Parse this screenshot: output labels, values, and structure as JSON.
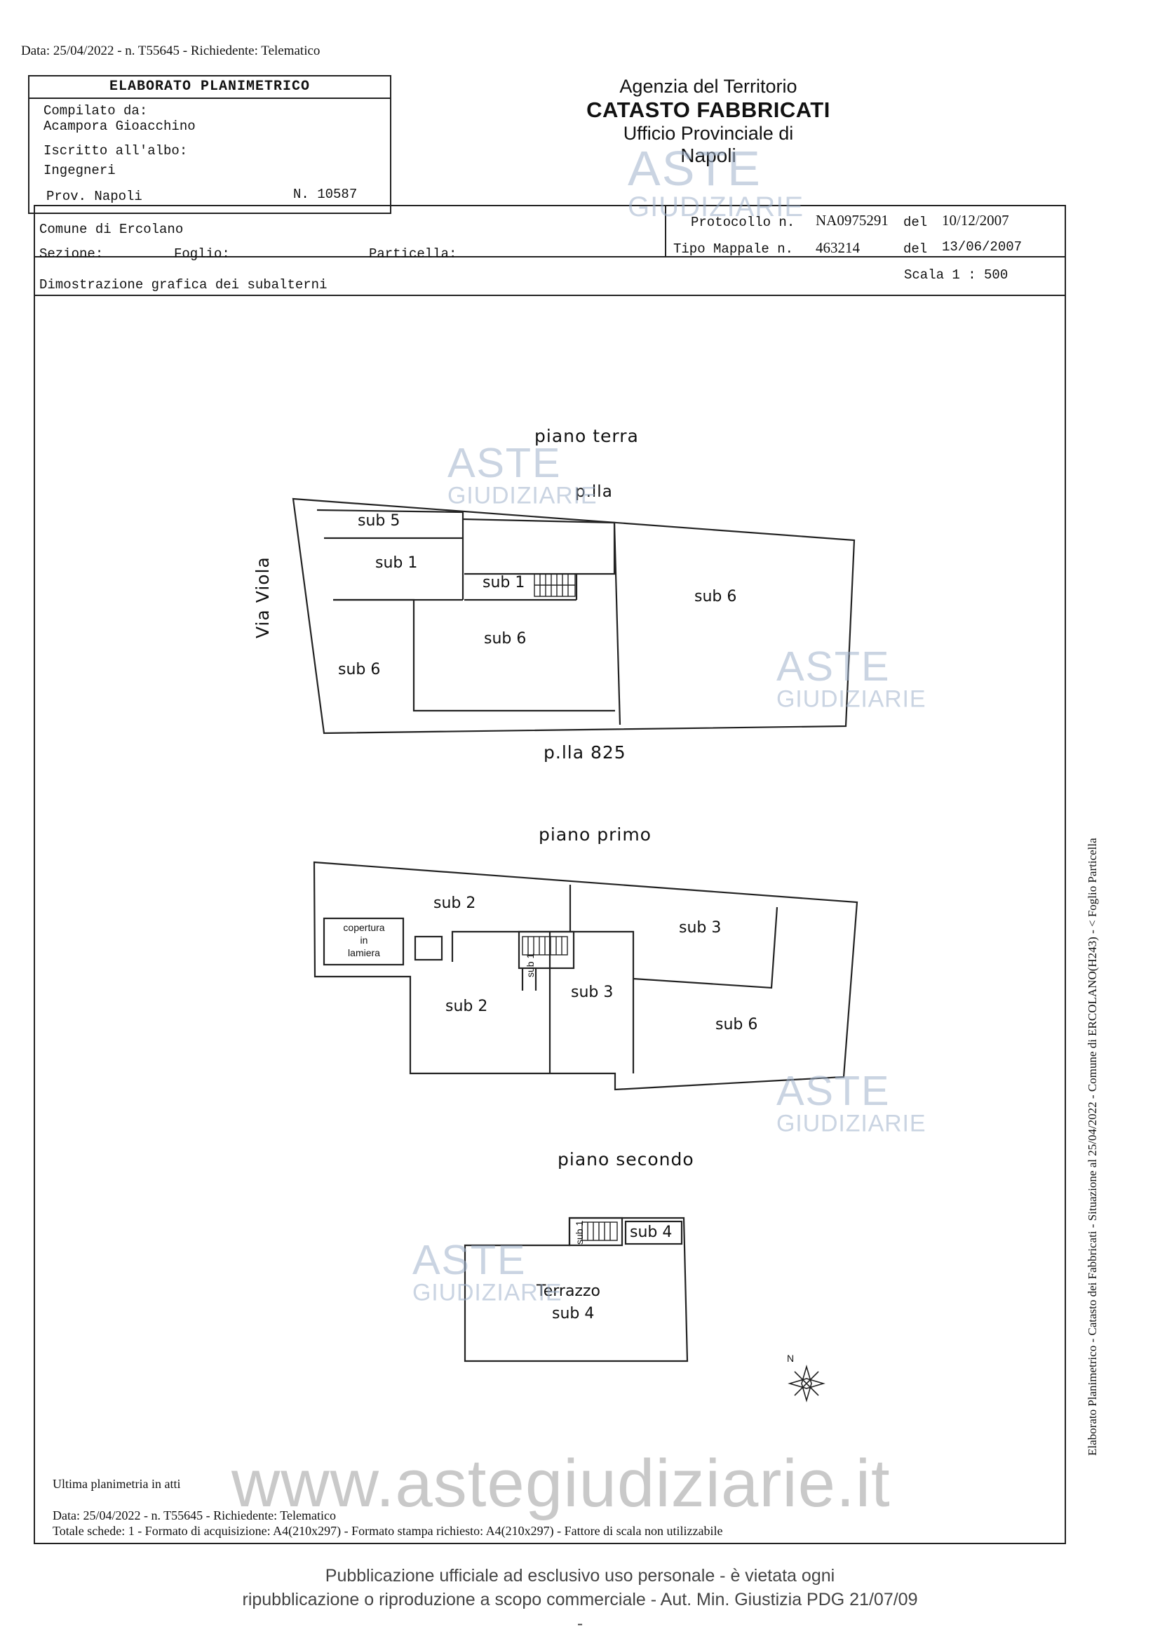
{
  "top_meta": "Data: 25/04/2022 - n. T55645 - Richiedente: Telematico",
  "header": {
    "title": "ELABORATO PLANIMETRICO",
    "compilato_label": "Compilato da:",
    "compilato_name": "Acampora Gioacchino",
    "albo_label": "Iscritto all'albo:",
    "albo_value": "Ingegneri",
    "prov": "Prov. Napoli",
    "numero": "N. 10587"
  },
  "agency": {
    "line1": "Agenzia del Territorio",
    "line2": "CATASTO FABBRICATI",
    "line3": "Ufficio Provinciale di",
    "line4": "Napoli"
  },
  "info": {
    "comune": "Comune di Ercolano",
    "sezione": "Sezione:",
    "foglio": "Foglio:",
    "particella": "Particella:",
    "protocollo_label": "Protocollo n.",
    "protocollo_num": "NA0975291",
    "protocollo_del": "del",
    "protocollo_date": "10/12/2007",
    "tipo_label": "Tipo Mappale n.",
    "tipo_num": "463214",
    "tipo_del": "del",
    "tipo_date": "13/06/2007",
    "dimostrazione": "Dimostrazione grafica dei subalterni",
    "scala": "Scala 1 : 500"
  },
  "plans": {
    "terra": {
      "title": "piano terra",
      "north_label": "p.lla",
      "south_label": "p.lla 825",
      "street": "Via Viola",
      "labels": [
        "sub 5",
        "sub 1",
        "sub 1",
        "sub 6",
        "sub 6",
        "sub 6"
      ]
    },
    "primo": {
      "title": "piano primo",
      "copertura": [
        "copertura",
        "in",
        "lamiera"
      ],
      "labels": [
        "sub 2",
        "sub 3",
        "sub 1",
        "sub 3",
        "sub 2",
        "sub 6"
      ]
    },
    "secondo": {
      "title": "piano secondo",
      "labels": [
        "sub 1",
        "sub 4",
        "Terrazzo",
        "sub 4"
      ]
    },
    "north_arrow": "N"
  },
  "watermark": {
    "big": "ASTE",
    "small": "GIUDIZIARIE",
    "site": "www.astegiudiziarie.it"
  },
  "footer": {
    "ultima": "Ultima planimetria in atti",
    "data": "Data: 25/04/2022 - n. T55645 - Richiedente: Telematico",
    "totale": "Totale schede: 1 - Formato di acquisizione: A4(210x297) - Formato stampa richiesto: A4(210x297) - Fattore di scala non utilizzabile",
    "pub1": "Pubblicazione ufficiale ad esclusivo uso personale - è vietata ogni",
    "pub2": "ripubblicazione o riproduzione a scopo commerciale - Aut. Min. Giustizia PDG 21/07/09",
    "dash": "-"
  },
  "side_text": "Elaborato Planimetrico - Catasto dei Fabbricati - Situazione al 25/04/2022 - Comune di ERCOLANO(H243) - < Foglio   Particella"
}
